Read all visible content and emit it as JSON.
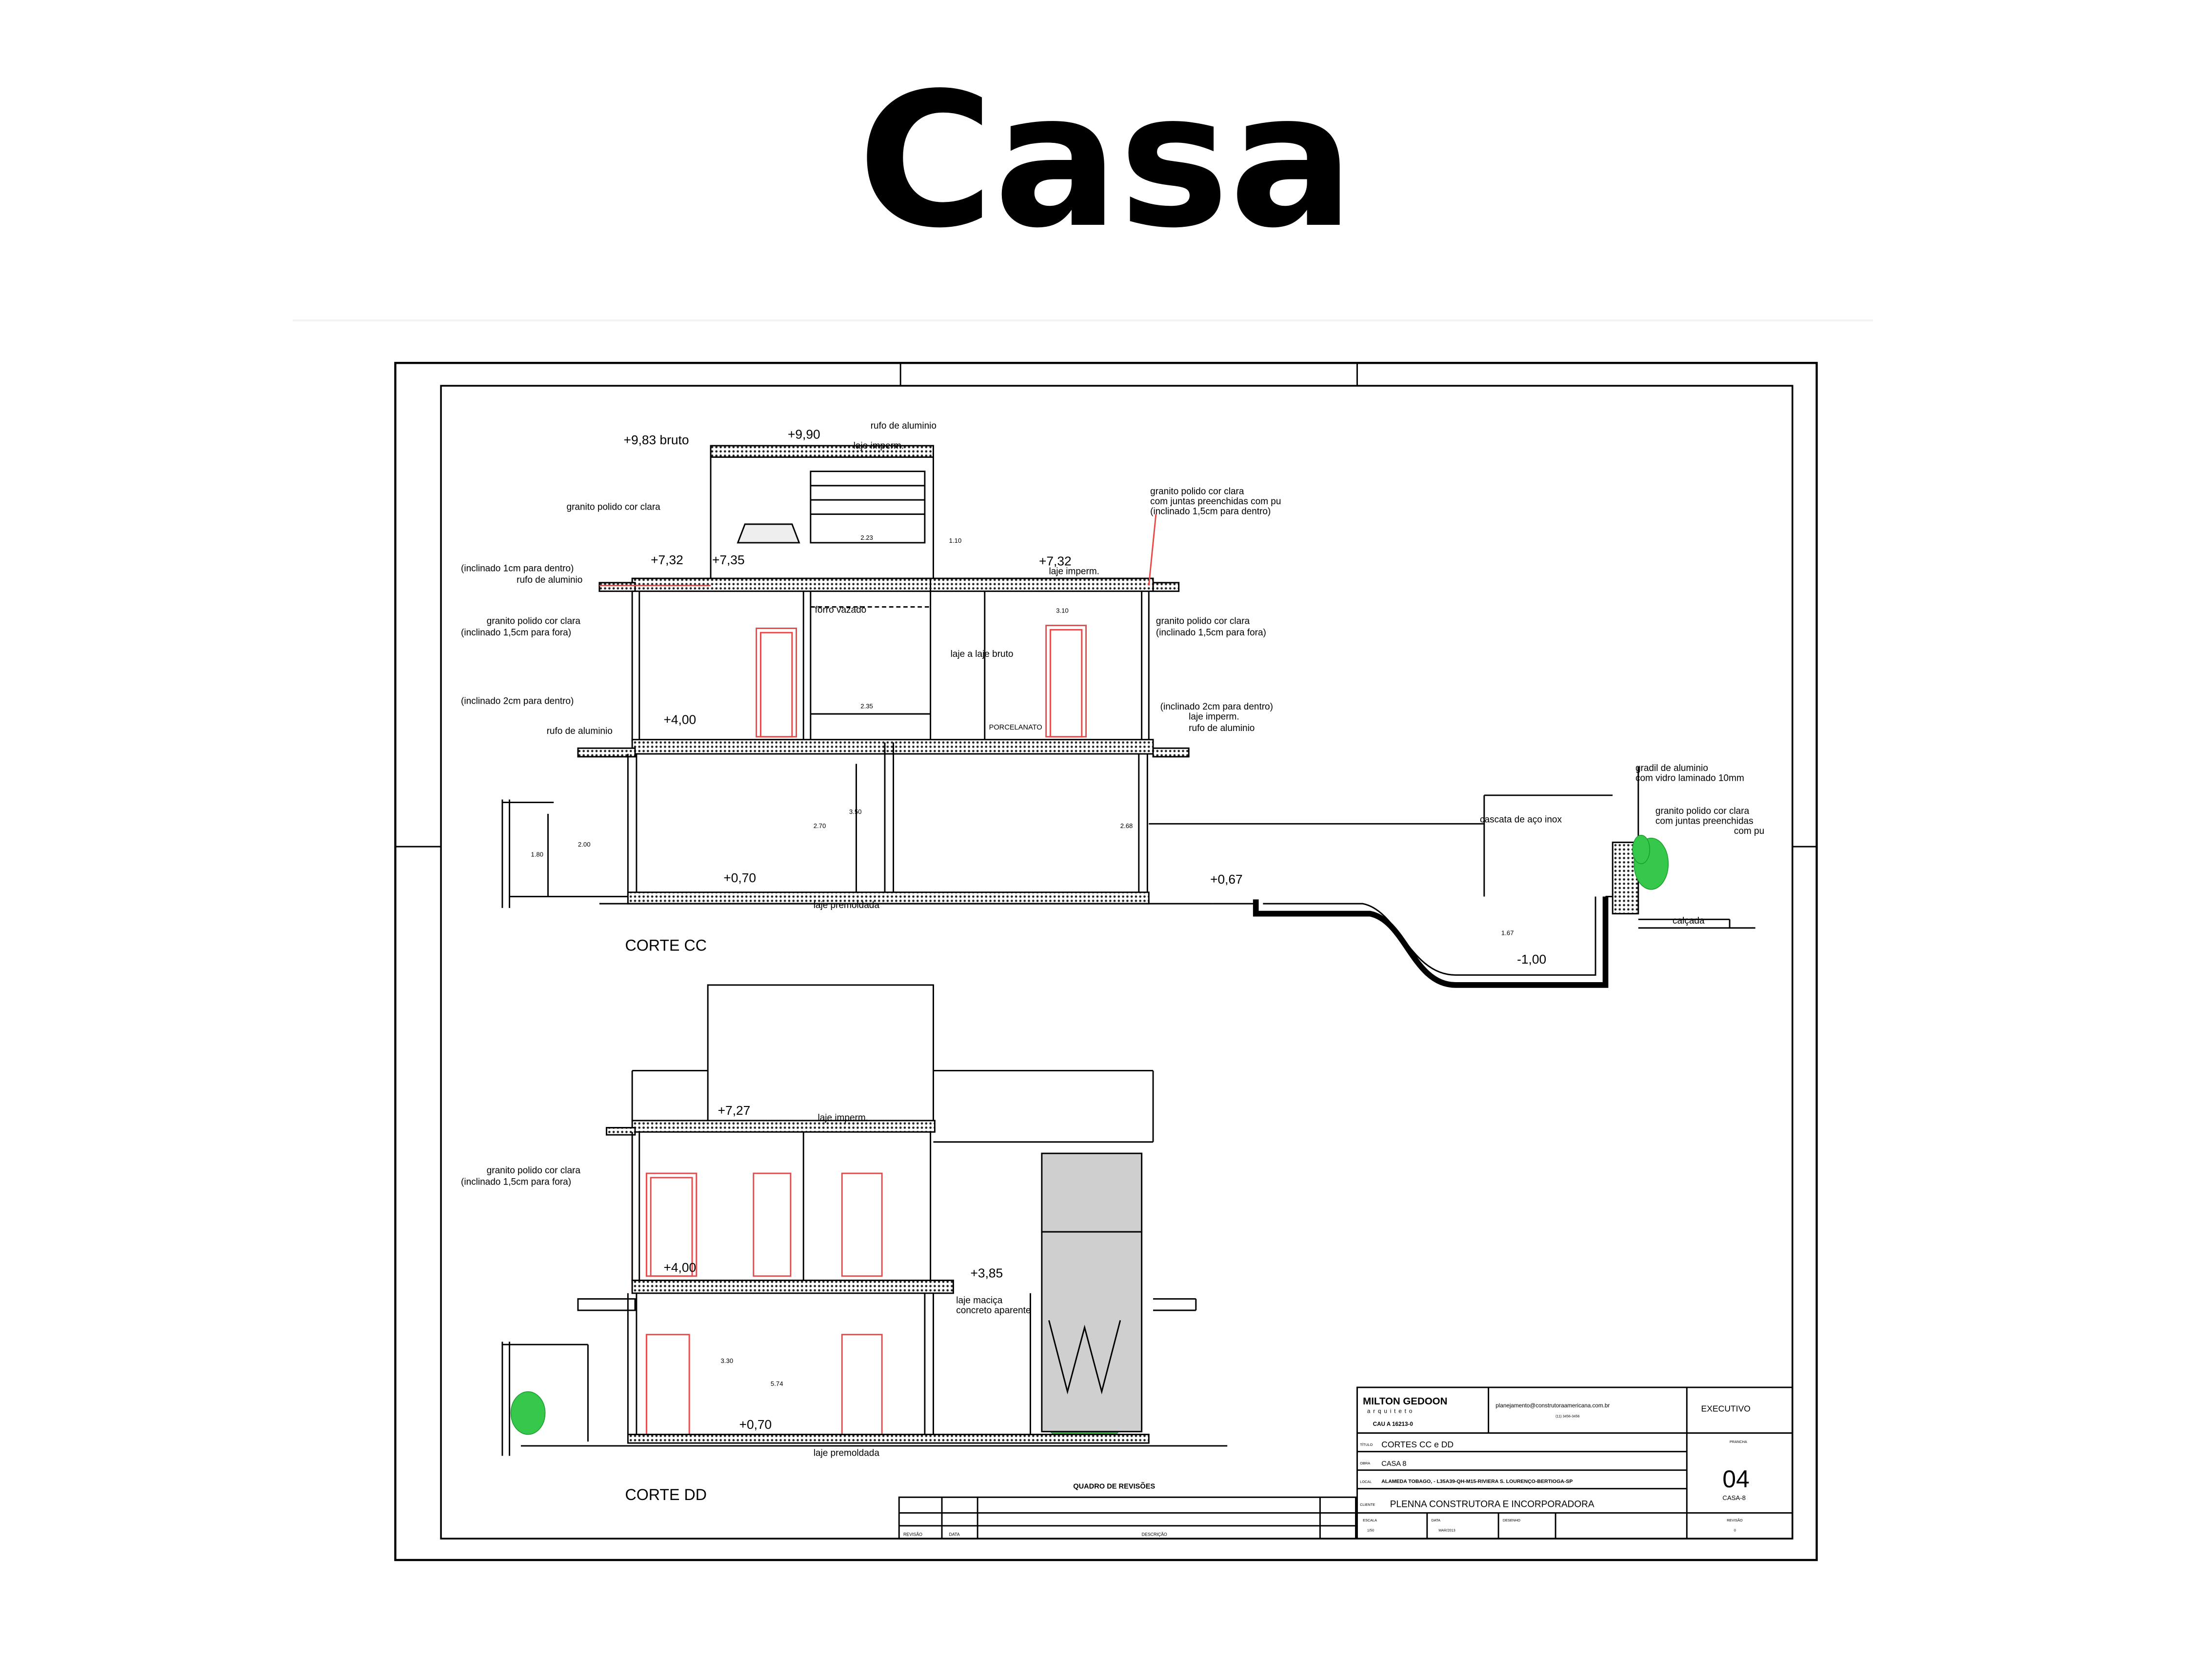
{
  "page": {
    "title": "Casa"
  },
  "drawing": {
    "section_cc_label": "CORTE CC",
    "section_dd_label": "CORTE DD",
    "levels": {
      "l983": "+9,83 bruto",
      "l990": "+9,90",
      "l732a": "+7,32",
      "l735": "+7,35",
      "l732b": "+7,32",
      "l400": "+4,00",
      "l070": "+0,70",
      "l067": "+0,67",
      "lm100": "-1,00",
      "l727": "+7,27",
      "l400b": "+4,00",
      "l385": "+3,85",
      "l070b": "+0,70"
    },
    "notes": {
      "rufo_top": "rufo de aluminio",
      "laje_imperm_top": "laje imperm.",
      "granito_top": "granito polido cor clara",
      "granito_right_1": "granito polido cor clara",
      "granito_right_2": "com juntas preenchidas com pu",
      "granito_right_3": "(inclinado 1,5cm para dentro)",
      "laje_imperm_small": "laje imperm.",
      "inclinado_1": "(inclinado 1cm para dentro)",
      "rufo_left": "rufo de aluminio",
      "granito_left_1": "granito polido cor clara",
      "granito_left_2": "(inclinado 1,5cm para fora)",
      "granito_mid_1": "granito polido cor clara",
      "granito_mid_2": "(inclinado 1,5cm para fora)",
      "forro": "forro vazado",
      "laje_bruto": "laje a laje bruto",
      "porcelanato": "PORCELANATO",
      "inclinado_2": "(inclinado 2cm para dentro)",
      "rufo_left_2": "rufo de aluminio",
      "inclinado_2r": "(inclinado 2cm para dentro)",
      "laje_imperm_r": "laje imperm.",
      "rufo_right": "rufo de aluminio",
      "laje_premoldada": "laje premoldada",
      "gradil_1": "gradil de aluminio",
      "gradil_2": "com vidro laminado 10mm",
      "cascata": "cascata de aço inox",
      "granito_pool_1": "granito polido cor clara",
      "granito_pool_2": "com juntas preenchidas",
      "granito_pool_3": "com pu",
      "calcada": "calçada",
      "laje_imperm_dd": "laje imperm.",
      "granito_dd_1": "granito polido cor clara",
      "granito_dd_2": "(inclinado 1,5cm para fora)",
      "laje_macica": "laje maciça",
      "concreto": "concreto aparente",
      "laje_premoldada_dd": "laje premoldada"
    },
    "dims": {
      "d223": "2.23",
      "d110": "1.10",
      "d310": "3.10",
      "d235": "2.35",
      "d270a": "2.70",
      "d350": "3.50",
      "d268": "2.68",
      "d167": "1.67",
      "d574": "5.74",
      "d330": "3.30",
      "d200": "2.00",
      "d180": "1.80"
    }
  },
  "revision_table": {
    "title": "QUADRO DE REVISÕES",
    "headers": [
      "REVISÃO",
      "DATA",
      "DESCRIÇÃO"
    ]
  },
  "title_block": {
    "firm": "MILTON GEDOON",
    "firm_sub": "arquiteto",
    "cau": "CAU A 16213-0",
    "email": "planejamento@construtoraamericana.com.br",
    "phone": "(11) 3456-3456",
    "phase": "EXECUTIVO",
    "prancha_label": "PRANCHA",
    "content_label": "TÍTULO",
    "content": "CORTES CC e DD",
    "obra_label": "OBRA",
    "obra": "CASA 8",
    "local_label": "LOCAL",
    "local": "ALAMEDA TOBAGO, - L35A39-QH-M15-RIVIERA S. LOURENÇO-BERTIOGA-SP",
    "client_label": "CLIENTE",
    "client": "PLENNA CONSTRUTORA E INCORPORADORA",
    "sheet_no": "04",
    "sheet_code": "CASA-8",
    "scale_label": "ESCALA",
    "scale": "1/50",
    "date_label": "DATA",
    "date": "MAR/2013",
    "drawn_label": "DESENHO",
    "revision_label": "REVISÃO",
    "revision": "0"
  }
}
